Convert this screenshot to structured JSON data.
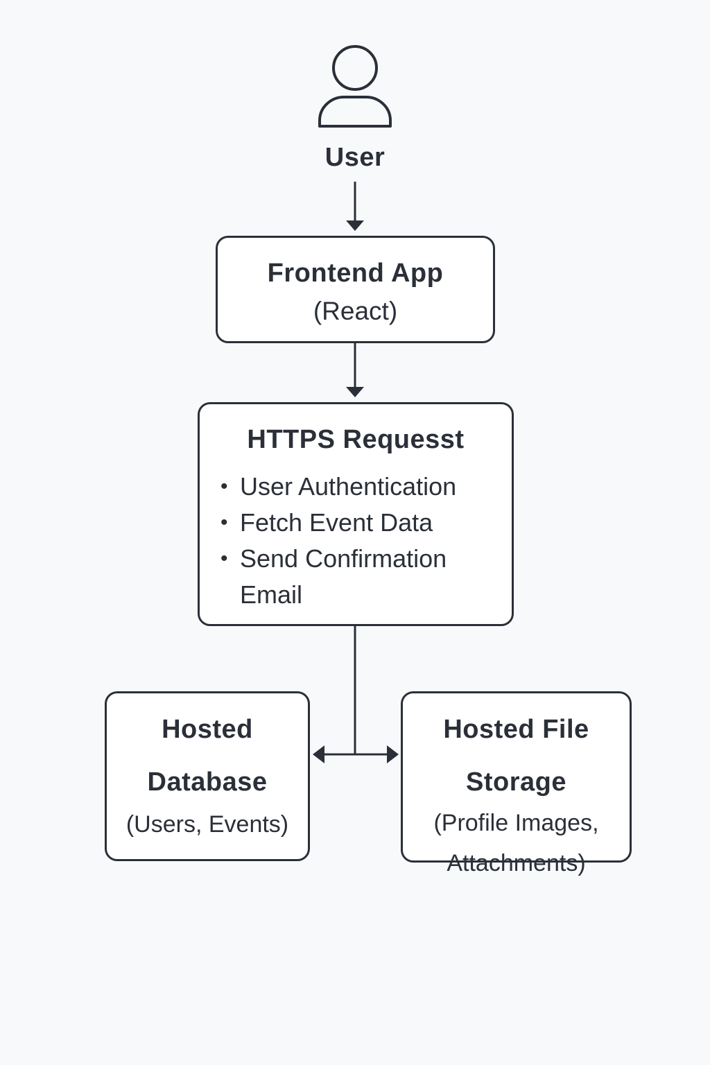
{
  "diagram": {
    "user": {
      "label": "User",
      "icon": "user-icon"
    },
    "frontend": {
      "title": "Frontend App",
      "subtitle": "(React)"
    },
    "https": {
      "title": "HTTPS Requesst",
      "items": [
        {
          "line1": "User Authentication",
          "line2": ""
        },
        {
          "line1": "Fetch Event Data",
          "line2": ""
        },
        {
          "line1": "Send Confirmation",
          "line2": "Email"
        }
      ],
      "bullet": "•"
    },
    "database": {
      "title_line1": "Hosted",
      "title_line2": "Database",
      "subtitle": "(Users, Events)"
    },
    "storage": {
      "title_line1": "Hosted File",
      "title_line2": "Storage",
      "subtitle_line1": "(Profile Images,",
      "subtitle_line2": "Attachments)"
    },
    "colors": {
      "background": "#f8f9fb",
      "stroke": "#2a2f38",
      "box_fill": "#ffffff"
    }
  }
}
